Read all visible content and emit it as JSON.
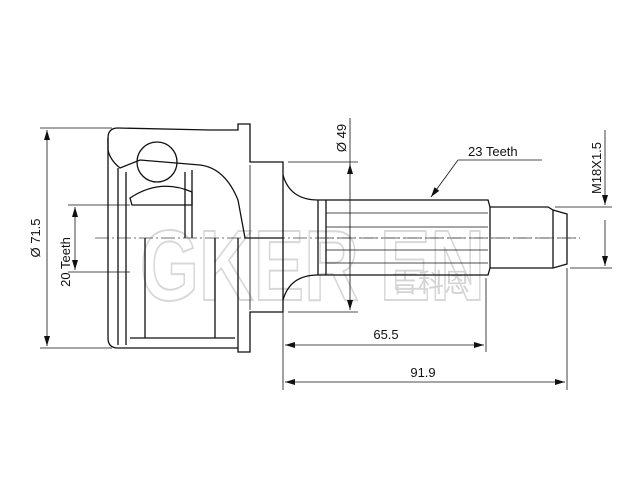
{
  "drawing": {
    "dimensions": {
      "outer_diameter": "Ø 71.5",
      "inner_teeth": "20 Teeth",
      "seal_diameter": "Ø 49",
      "outer_teeth": "23 Teeth",
      "thread": "M18X1.5",
      "spline_length": "65.5",
      "total_length": "91.9"
    },
    "watermark": {
      "latin": "GKER EN",
      "chinese": "吉科恩"
    },
    "colors": {
      "line": "#111111",
      "watermark": "#d8d8d8"
    }
  }
}
